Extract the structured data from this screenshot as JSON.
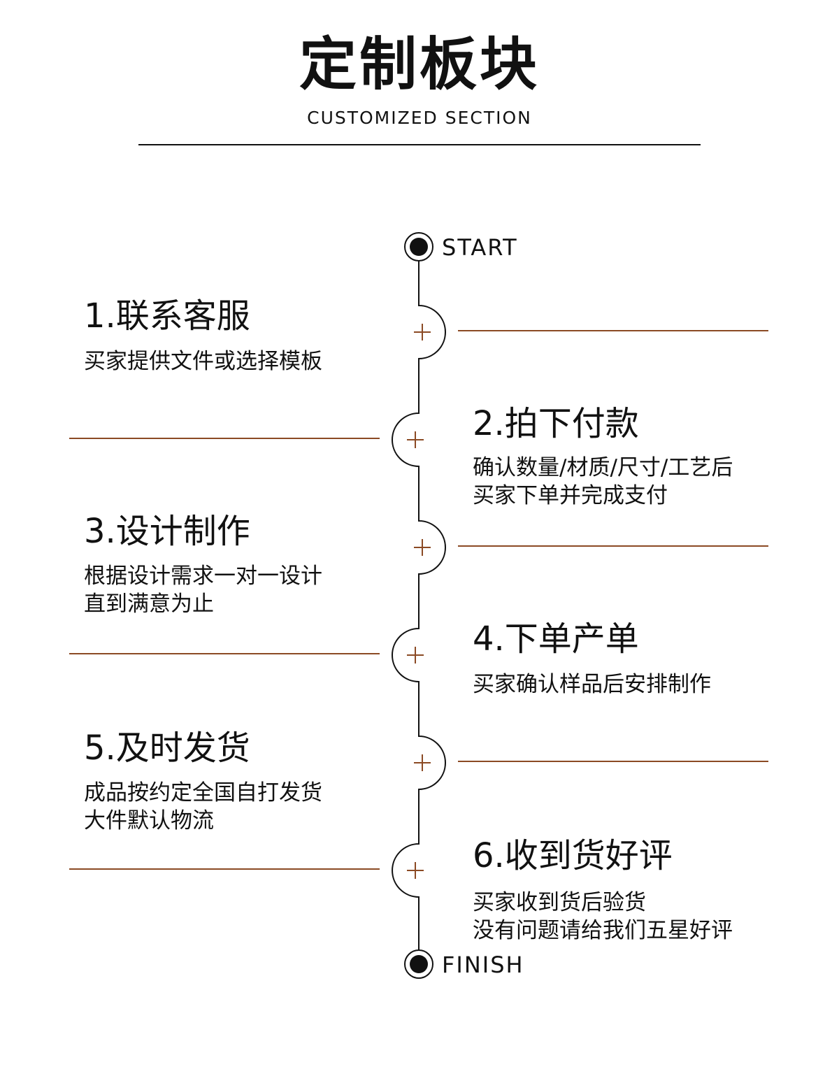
{
  "header": {
    "title": "定制板块",
    "subtitle": "CUSTOMIZED SECTION"
  },
  "timeline": {
    "start_label": "START",
    "finish_label": "FINISH",
    "accent_color": "#8b4a24",
    "line_color": "#111111"
  },
  "steps": [
    {
      "title": "1.联系客服",
      "lines": [
        "买家提供文件或选择模板"
      ],
      "side": "left"
    },
    {
      "title": "2.拍下付款",
      "lines": [
        "确认数量/材质/尺寸/工艺后",
        "买家下单并完成支付"
      ],
      "side": "right"
    },
    {
      "title": "3.设计制作",
      "lines": [
        "根据设计需求一对一设计",
        "直到满意为止"
      ],
      "side": "left"
    },
    {
      "title": "4.下单产单",
      "lines": [
        "买家确认样品后安排制作"
      ],
      "side": "right"
    },
    {
      "title": "5.及时发货",
      "lines": [
        "成品按约定全国自打发货",
        "大件默认物流"
      ],
      "side": "left"
    },
    {
      "title": "6.收到货好评",
      "lines": [
        "买家收到货后验货",
        "没有问题请给我们五星好评"
      ],
      "side": "right"
    }
  ]
}
